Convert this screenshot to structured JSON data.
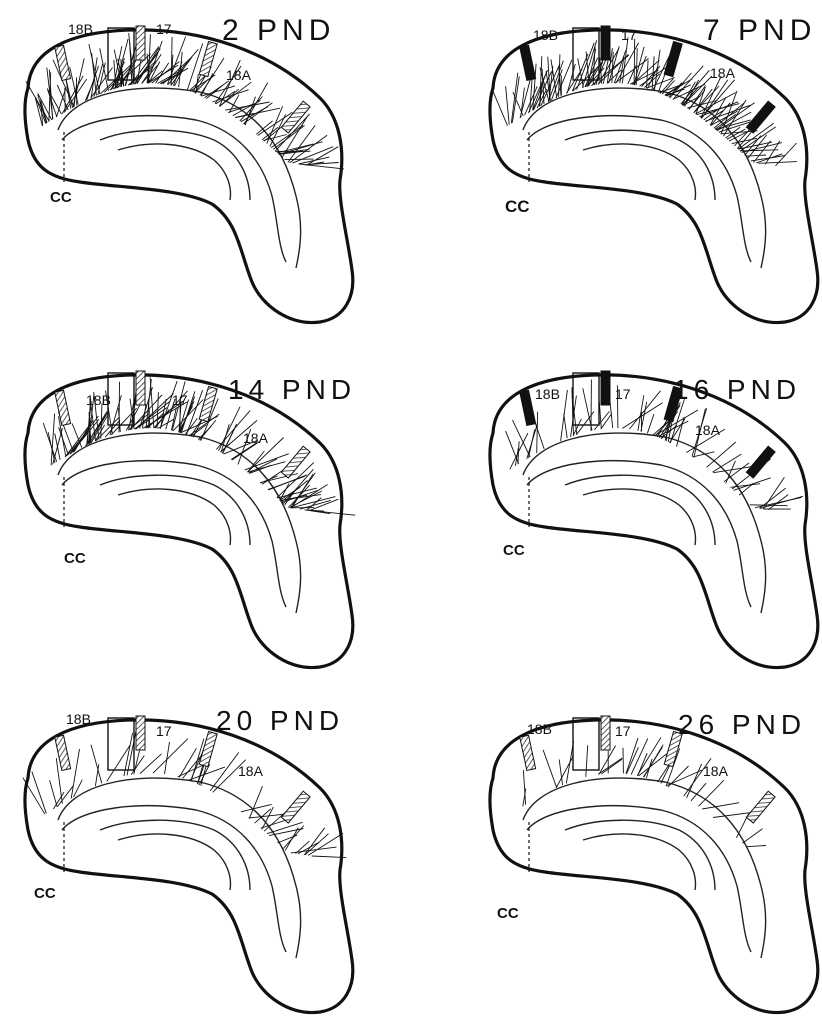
{
  "panels": [
    {
      "title": "2 PND",
      "labels": {
        "a18b": "18B",
        "a17": "17",
        "a18a": "18A",
        "cc": "CC"
      },
      "marker_style": "hatched",
      "density": 1.0
    },
    {
      "title": "7 PND",
      "labels": {
        "a18b": "18B",
        "a17": "17",
        "a18a": "18A",
        "cc": "CC"
      },
      "marker_style": "solid",
      "density": 1.0
    },
    {
      "title": "14 PND",
      "labels": {
        "a18b": "18B",
        "a17": "17",
        "a18a": "18A",
        "cc": "CC"
      },
      "marker_style": "hatched",
      "density": 0.9
    },
    {
      "title": "16 PND",
      "labels": {
        "a18b": "18B",
        "a17": "17",
        "a18a": "18A",
        "cc": "CC"
      },
      "marker_style": "solid",
      "density": 0.45
    },
    {
      "title": "20 PND",
      "labels": {
        "a18b": "18B",
        "a17": "17",
        "a18a": "18A",
        "cc": "CC"
      },
      "marker_style": "hatched",
      "density": 0.35
    },
    {
      "title": "26 PND",
      "labels": {
        "a18b": "18B",
        "a17": "17",
        "a18a": "18A",
        "cc": "CC"
      },
      "marker_style": "hatched",
      "density": 0.25
    }
  ],
  "colors": {
    "ink": "#111111",
    "paper": "#ffffff",
    "hatch": "#888888"
  }
}
